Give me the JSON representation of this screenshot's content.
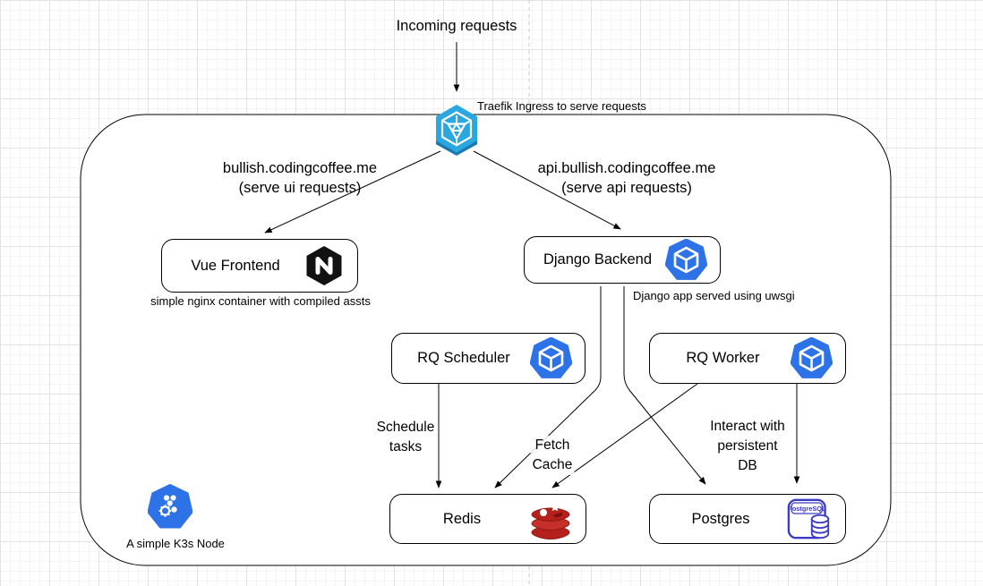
{
  "diagram": {
    "title_flow": "Incoming requests",
    "traefik_caption": "Traefik Ingress to serve requests",
    "route_ui": {
      "line1": "bullish.codingcoffee.me",
      "line2": "(serve ui requests)"
    },
    "route_api": {
      "line1": "api.bullish.codingcoffee.me",
      "line2": "(serve api requests)"
    },
    "nodes": {
      "vue": {
        "label": "Vue Frontend",
        "icon": "nginx-icon",
        "caption": "simple nginx container with compiled assts"
      },
      "django": {
        "label": "Django Backend",
        "icon": "k8s-pod-icon",
        "caption": "Django app served using uwsgi"
      },
      "scheduler": {
        "label": "RQ Scheduler",
        "icon": "k8s-pod-icon"
      },
      "worker": {
        "label": "RQ Worker",
        "icon": "k8s-pod-icon"
      },
      "redis": {
        "label": "Redis",
        "icon": "redis-icon"
      },
      "postgres": {
        "label": "Postgres",
        "icon": "postgresql-icon",
        "icon_text": "PostgreSQL"
      }
    },
    "edge_labels": {
      "schedule": {
        "line1": "Schedule",
        "line2": "tasks"
      },
      "fetch": {
        "line1": "Fetch",
        "line2": "Cache"
      },
      "interact": {
        "line1": "Interact with",
        "line2": "persistent",
        "line3": "DB"
      }
    },
    "k3s_caption": "A simple K3s Node",
    "colors": {
      "traefik_blue": "#2BA7DF",
      "traefik_blue_dark": "#1878B0",
      "kubernetes_blue": "#2E72E8",
      "nginx_black": "#121212",
      "redis_red": "#B5201C",
      "redis_red_dark": "#8E1A10",
      "postgres_blue": "#3C3CC4",
      "line_black": "#000000"
    }
  }
}
